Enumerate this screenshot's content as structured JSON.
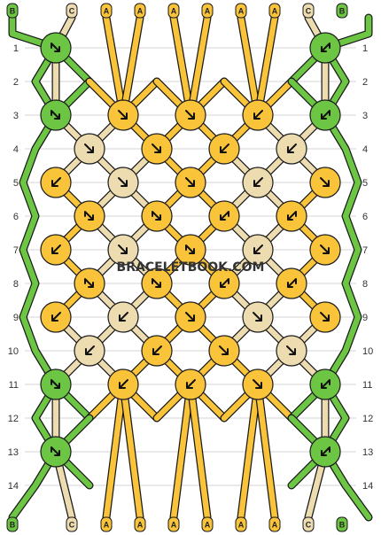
{
  "watermark": "BRACELETBOOK.COM",
  "colors": {
    "A": "#f9c43a",
    "B": "#6cc644",
    "C": "#ecdcb0",
    "outline": "#1a1a1a",
    "gridline": "#d4d4d4",
    "arrow": "#111111"
  },
  "top_labels": [
    "B",
    "C",
    "A",
    "A",
    "A",
    "A",
    "A",
    "A",
    "C",
    "B"
  ],
  "bottom_labels": [
    "B",
    "C",
    "A",
    "A",
    "A",
    "A",
    "A",
    "A",
    "C",
    "B"
  ],
  "left_row_labels": [
    "1",
    "2",
    "3",
    "4",
    "5",
    "6",
    "7",
    "8",
    "9",
    "10",
    "11",
    "12",
    "13",
    "14"
  ],
  "right_row_labels": [
    "1",
    "2",
    "3",
    "4",
    "5",
    "6",
    "7",
    "8",
    "9",
    "10",
    "11",
    "12",
    "13",
    "14"
  ],
  "knot_rows": [
    {
      "row": 1,
      "knots": [
        {
          "color": "B",
          "dir": "br"
        },
        null,
        null,
        null,
        {
          "color": "B",
          "dir": "bl"
        }
      ]
    },
    {
      "row": 2,
      "knots": [
        null,
        null,
        null,
        null
      ]
    },
    {
      "row": 3,
      "knots": [
        {
          "color": "B",
          "dir": "br"
        },
        {
          "color": "A",
          "dir": "fr"
        },
        {
          "color": "A",
          "dir": "fr"
        },
        {
          "color": "A",
          "dir": "fl"
        },
        {
          "color": "B",
          "dir": "bl"
        }
      ]
    },
    {
      "row": 4,
      "knots": [
        {
          "color": "C",
          "dir": "fr"
        },
        {
          "color": "A",
          "dir": "fr"
        },
        {
          "color": "A",
          "dir": "fl"
        },
        {
          "color": "C",
          "dir": "fl"
        }
      ]
    },
    {
      "row": 5,
      "knots": [
        {
          "color": "A",
          "dir": "fl"
        },
        {
          "color": "C",
          "dir": "fr"
        },
        {
          "color": "A",
          "dir": "fr"
        },
        {
          "color": "C",
          "dir": "fl"
        },
        {
          "color": "A",
          "dir": "fr"
        }
      ]
    },
    {
      "row": 6,
      "knots": [
        {
          "color": "A",
          "dir": "br"
        },
        {
          "color": "A",
          "dir": "br"
        },
        {
          "color": "A",
          "dir": "bl"
        },
        {
          "color": "A",
          "dir": "bl"
        }
      ]
    },
    {
      "row": 7,
      "knots": [
        {
          "color": "A",
          "dir": "fl"
        },
        {
          "color": "C",
          "dir": "fr"
        },
        {
          "color": "A",
          "dir": "br"
        },
        {
          "color": "C",
          "dir": "fl"
        },
        {
          "color": "A",
          "dir": "fr"
        }
      ]
    },
    {
      "row": 8,
      "knots": [
        {
          "color": "A",
          "dir": "br"
        },
        {
          "color": "A",
          "dir": "br"
        },
        {
          "color": "A",
          "dir": "bl"
        },
        {
          "color": "A",
          "dir": "bl"
        }
      ]
    },
    {
      "row": 9,
      "knots": [
        {
          "color": "A",
          "dir": "fl"
        },
        {
          "color": "C",
          "dir": "fl"
        },
        {
          "color": "A",
          "dir": "fr"
        },
        {
          "color": "C",
          "dir": "fr"
        },
        {
          "color": "A",
          "dir": "fr"
        }
      ]
    },
    {
      "row": 10,
      "knots": [
        {
          "color": "C",
          "dir": "fl"
        },
        {
          "color": "A",
          "dir": "fl"
        },
        {
          "color": "A",
          "dir": "fr"
        },
        {
          "color": "C",
          "dir": "fr"
        }
      ]
    },
    {
      "row": 11,
      "knots": [
        {
          "color": "B",
          "dir": "br"
        },
        {
          "color": "A",
          "dir": "fl"
        },
        {
          "color": "A",
          "dir": "fl"
        },
        {
          "color": "A",
          "dir": "fr"
        },
        {
          "color": "B",
          "dir": "bl"
        }
      ]
    },
    {
      "row": 12,
      "knots": [
        null,
        null,
        null,
        null
      ]
    },
    {
      "row": 13,
      "knots": [
        {
          "color": "B",
          "dir": "br"
        },
        null,
        null,
        null,
        {
          "color": "B",
          "dir": "bl"
        }
      ]
    },
    {
      "row": 14,
      "knots": [
        null,
        null,
        null,
        null
      ]
    }
  ]
}
